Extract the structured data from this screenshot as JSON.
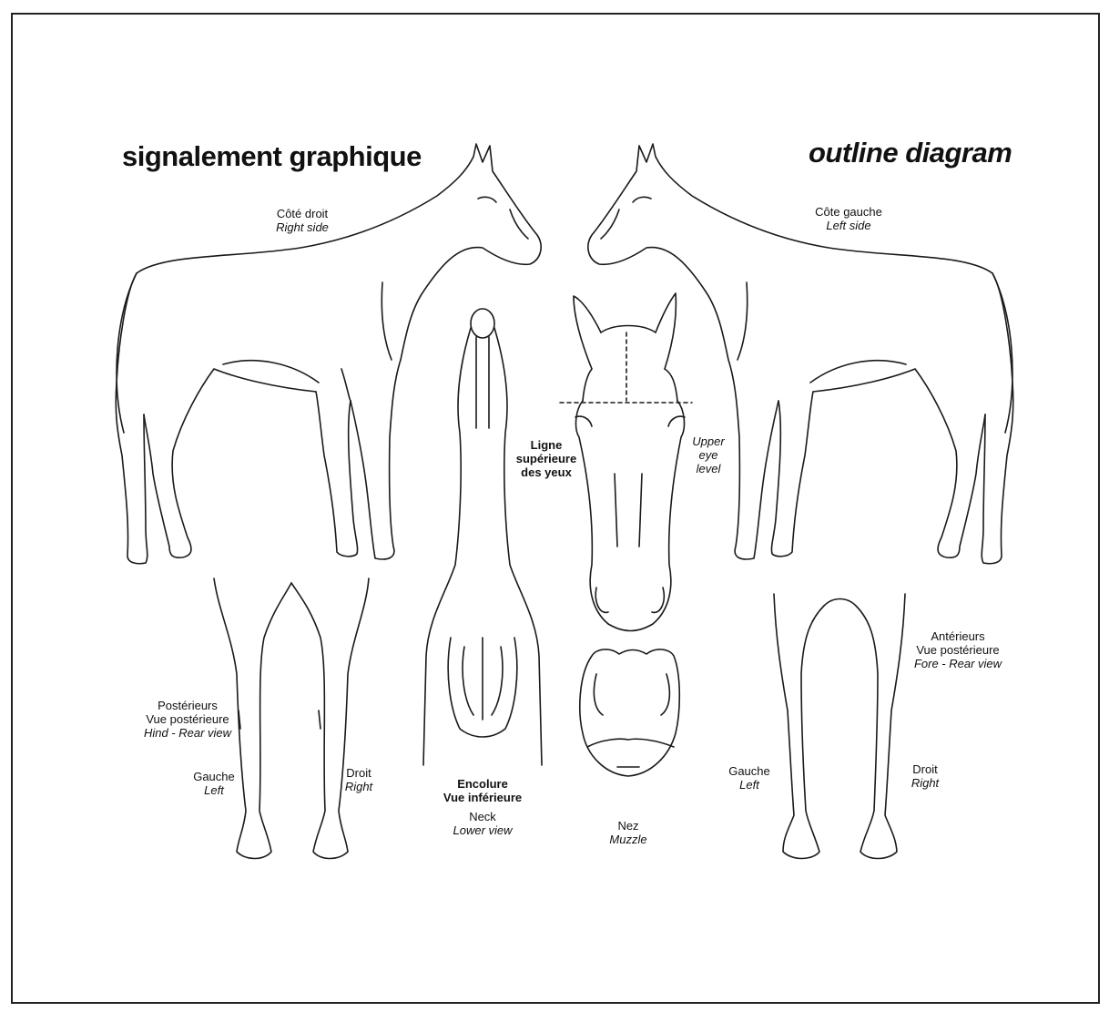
{
  "titles": {
    "fr": "signalement graphique",
    "en": "outline diagram"
  },
  "labels": {
    "right_side": {
      "fr": "Côté droit",
      "en": "Right side"
    },
    "left_side": {
      "fr": "Côte gauche",
      "en": "Left side"
    },
    "upper_eye_fr": [
      "Ligne",
      "supérieure",
      "des yeux"
    ],
    "upper_eye_en": [
      "Upper",
      "eye",
      "level"
    ],
    "hind": {
      "fr1": "Postérieurs",
      "fr2": "Vue postérieure",
      "en": "Hind - Rear view"
    },
    "hind_left": {
      "fr": "Gauche",
      "en": "Left"
    },
    "hind_right": {
      "fr": "Droit",
      "en": "Right"
    },
    "neck": {
      "fr1": "Encolure",
      "fr2": "Vue inférieure",
      "en1": "Neck",
      "en2": "Lower view"
    },
    "muzzle": {
      "fr": "Nez",
      "en": "Muzzle"
    },
    "fore_left": {
      "fr": "Gauche",
      "en": "Left"
    },
    "fore_right": {
      "fr": "Droit",
      "en": "Right"
    },
    "fore": {
      "fr1": "Antérieurs",
      "fr2": "Vue postérieure",
      "en": "Fore - Rear view"
    }
  },
  "colors": {
    "line": "#1a1a1a",
    "background": "#ffffff"
  }
}
